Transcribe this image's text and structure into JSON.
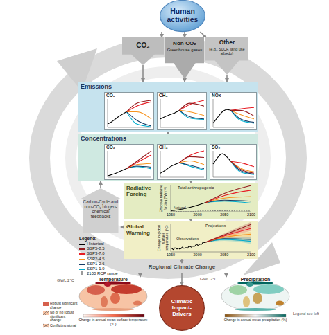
{
  "diagram": {
    "nodes": [
      {
        "text": [
          "Human activities"
        ]
      },
      {
        "text": [
          "CO₂"
        ]
      },
      {
        "text": [
          "Other",
          "(e.g., SLCF, land use albedo)"
        ]
      },
      {
        "text": [
          "Non-CO₂",
          "Greenhouse gases"
        ]
      },
      {
        "text": [
          "Emissions"
        ]
      },
      {
        "text": [
          "CO₂"
        ],
        "in": 4
      },
      {
        "text": [
          "CH₄"
        ],
        "in": 4
      },
      {
        "text": [
          "NOx"
        ],
        "in": 4
      },
      {
        "text": [
          "Concentrations"
        ]
      },
      {
        "text": [
          "CO₂"
        ],
        "in": 8
      },
      {
        "text": [
          "CH₄"
        ],
        "in": 8
      },
      {
        "text": [
          "SO₂"
        ],
        "in": 8
      },
      {
        "text": [
          "Radiative Forcing"
        ]
      },
      {
        "text": [
          "Global Warming"
        ]
      },
      {
        "text": [
          "Carbon-Cycle and non-CO₂ biogeo-chemical feedbacks"
        ]
      },
      {
        "text": [
          "Regional Climate Change"
        ]
      },
      {
        "text": [
          "Temperature"
        ]
      },
      {
        "text": [
          "Climatic Impact-Drivers"
        ]
      },
      {
        "text": [
          "Precipitation"
        ]
      }
    ],
    "edges": [
      {
        "from": 0,
        "to": 1,
        "arrow": "to"
      },
      {
        "from": 0,
        "to": 2,
        "arrow": "to"
      },
      {
        "from": 0,
        "to": 3,
        "arrow": "to"
      },
      {
        "from": 1,
        "to": 4,
        "arrow": "to"
      },
      {
        "from": 3,
        "to": 4,
        "arrow": "to"
      },
      {
        "from": 2,
        "to": 4,
        "arrow": "to"
      },
      {
        "from": 4,
        "to": 8,
        "arrow": "to"
      },
      {
        "from": 8,
        "to": 12,
        "arrow": "to"
      },
      {
        "from": 12,
        "to": 13,
        "arrow": "to"
      },
      {
        "from": 13,
        "to": 14,
        "arrow": "to"
      },
      {
        "from": 14,
        "to": 8,
        "arrow": "to"
      },
      {
        "from": 13,
        "to": 15,
        "arrow": "to"
      },
      {
        "from": 15,
        "to": 16,
        "arrow": "to"
      },
      {
        "from": 15,
        "to": 17,
        "arrow": "to"
      },
      {
        "from": 15,
        "to": 18,
        "arrow": "to"
      }
    ],
    "labels": [
      "1950",
      "2000",
      "2050",
      "2100",
      "Total anthropogenic",
      "Natural",
      "Effective radiative forcing (W m⁻²)",
      "1950",
      "2000",
      "2050",
      "2100",
      "Projections",
      "Observations",
      "Change in global surface temperature (°C)",
      "Legend:",
      "GWL 2°C",
      "GWL 2°C",
      "Robust significant change",
      "No or no robust significant change",
      "Conflicting signal",
      "Change in annual mean surface temperature (°C)",
      "Change in annual mean precipitation (%)",
      "Legend see left"
    ],
    "legend": [
      {
        "text": "Historical",
        "color": "#000000"
      },
      {
        "text": "SSP5-8.5",
        "color": "#951b1e"
      },
      {
        "text": "SSP3-7.0",
        "color": "#e71d25"
      },
      {
        "text": "SSP2-4.5",
        "color": "#f79420"
      },
      {
        "text": "SSP1-2.6",
        "color": "#173c66"
      },
      {
        "text": "SSP1-1.9",
        "color": "#00adcf"
      },
      {
        "text": "2100 RCP range"
      }
    ]
  }
}
